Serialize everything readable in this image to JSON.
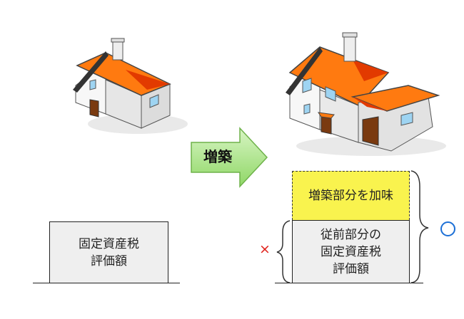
{
  "colors": {
    "roof": "#ff7a10",
    "roof_shadow": "#e23a00",
    "wall": "#f4f4f4",
    "arrow_fill": "#9be27a",
    "added_box": "#f9f34e",
    "existing_box": "#efefef",
    "cross_mark": "#e0201a",
    "circle_mark": "#1b6fd6"
  },
  "arrow": {
    "label": "増築"
  },
  "left_box": {
    "lines": [
      "固定資産税",
      "評価額"
    ]
  },
  "added_box": {
    "label": "増築部分を加味"
  },
  "right_box": {
    "lines": [
      "従前部分の",
      "固定資産税",
      "評価額"
    ]
  },
  "marks": {
    "incorrect": "×",
    "correct": "○"
  }
}
